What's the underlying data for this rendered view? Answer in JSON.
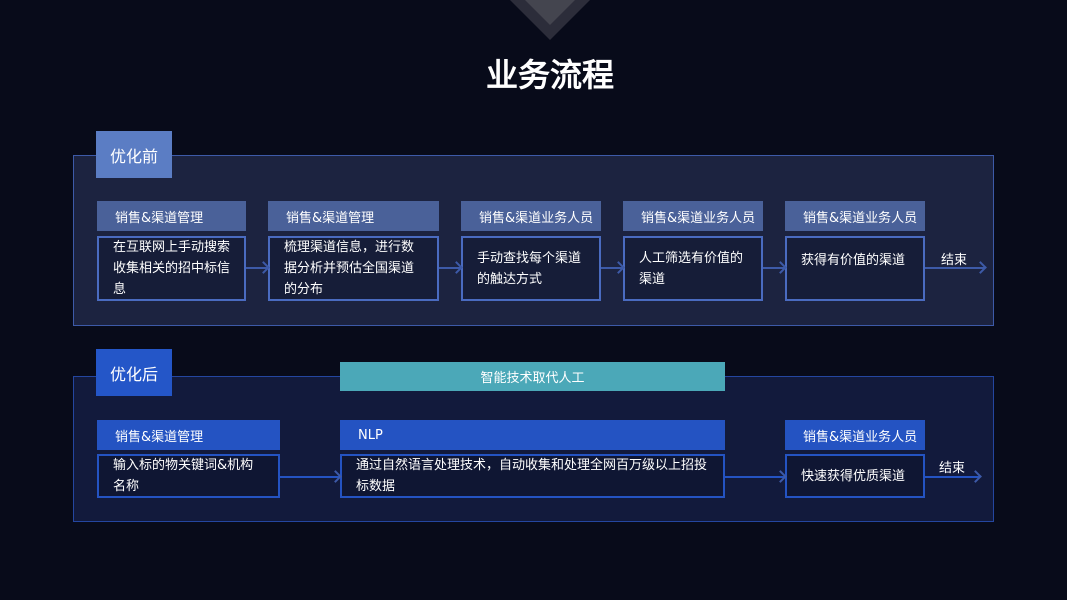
{
  "title": "业务流程",
  "before": {
    "tag": "优化前",
    "steps": [
      {
        "role": "销售&渠道管理",
        "text": "在互联网上手动搜索收集相关的招中标信息"
      },
      {
        "role": "销售&渠道管理",
        "text": "梳理渠道信息，进行数据分析并预估全国渠道的分布"
      },
      {
        "role": "销售&渠道业务人员",
        "text": "手动查找每个渠道的触达方式"
      },
      {
        "role": "销售&渠道业务人员",
        "text": "人工筛选有价值的渠道"
      },
      {
        "role": "销售&渠道业务人员",
        "text": "获得有价值的渠道"
      }
    ],
    "end": "结束"
  },
  "after": {
    "tag": "优化后",
    "banner": "智能技术取代人工",
    "steps": [
      {
        "role": "销售&渠道管理",
        "text": "输入标的物关键词&机构名称"
      },
      {
        "role": "NLP",
        "text": "通过自然语言处理技术，自动收集和处理全网百万级以上招投标数据"
      },
      {
        "role": "销售&渠道业务人员",
        "text": "快速获得优质渠道"
      }
    ],
    "end": "结束"
  }
}
